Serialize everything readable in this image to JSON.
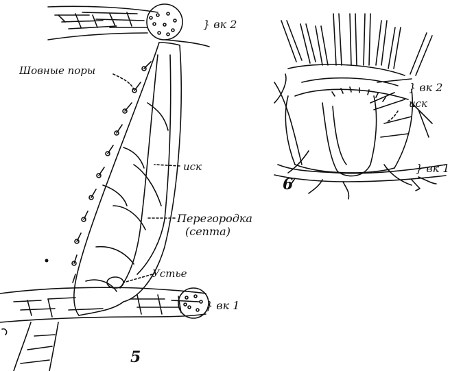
{
  "figure": {
    "labels": {
      "pores": "Шовные поры",
      "isk_left": "иск",
      "septum_line1": "Перегородка",
      "septum_line2": "(септа)",
      "mouth": "Устье",
      "vk1_left": "вк 1",
      "vk2_left": "вк 2",
      "number_left": "5",
      "vk2_right": "вк 2",
      "isk_right": "иск",
      "vk1_right": "вк 1",
      "number_right": "6"
    }
  }
}
